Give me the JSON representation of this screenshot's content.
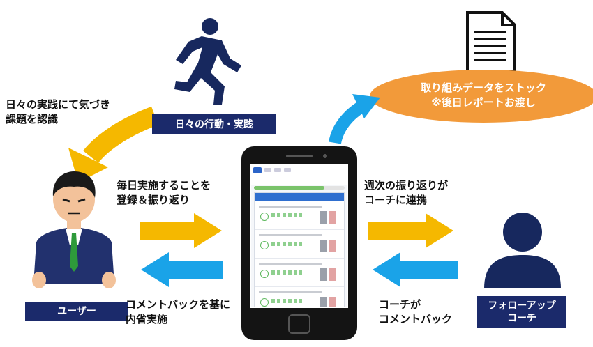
{
  "labels": {
    "notice": "日々の実践にて気づき\n課題を認識",
    "register": "毎日実施することを\n登録＆振り返り",
    "weekly": "週次の振り返りが\nコーチに連携",
    "reflect": "コメントバックを基に\n内省実施",
    "coach_comment": "コーチが\nコメントバック"
  },
  "boxes": {
    "daily_action": "日々の行動・実践",
    "user": "ユーザー",
    "coach": "フォローアップ\nコーチ"
  },
  "stock_pill": "取り組みデータをストック\n※後日レポートお渡し",
  "colors": {
    "navy": "#1b2a6b",
    "gold": "#f5b800",
    "blue": "#1aa3e8",
    "orange": "#f29a3a",
    "icon_navy": "#17285e"
  }
}
